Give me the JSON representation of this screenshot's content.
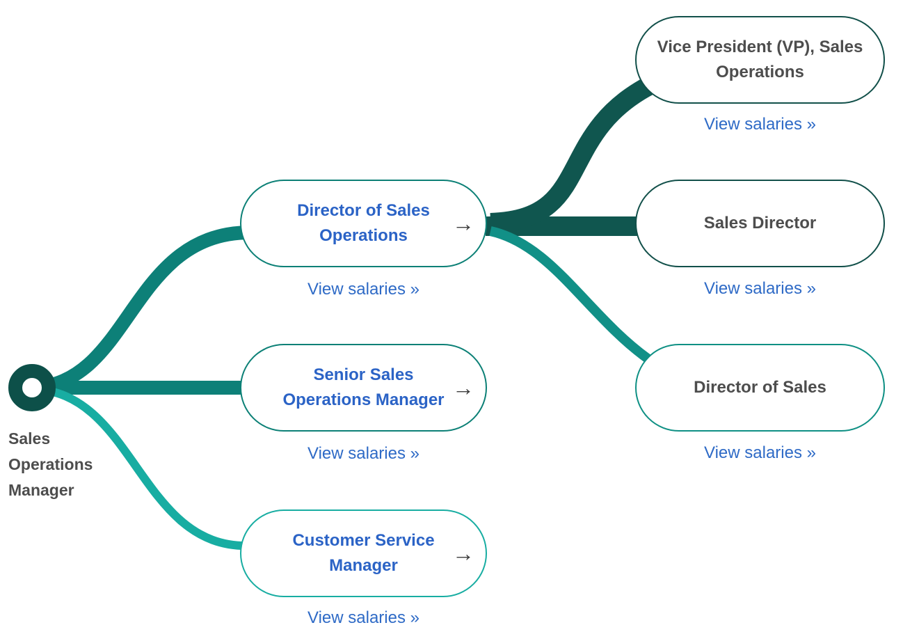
{
  "palette": {
    "line_dark": "#10564f",
    "line_medium": "#0d8078",
    "line_branch": "#119087",
    "line_light": "#18ada2",
    "root_node": "#0d5049",
    "border_teal": "#0c8076",
    "border_dark": "#12504a",
    "border_medium": "#0f9084",
    "border_light": "#18ada2",
    "title_blue": "#2b63c6",
    "link_blue": "#2e6ac6",
    "text_dark": "#4d4d4d",
    "arrow_gray": "#3d3d3d",
    "background": "#ffffff"
  },
  "root": {
    "label": "Sales Operations Manager"
  },
  "arrow_glyph": "→",
  "columns": {
    "middle": [
      {
        "title": "Director of Sales Operations",
        "link": "View salaries »"
      },
      {
        "title": "Senior Sales Operations Manager",
        "link": "View salaries »"
      },
      {
        "title": "Customer Service Manager",
        "link": "View salaries »"
      }
    ],
    "right": [
      {
        "title": "Vice President (VP), Sales Operations",
        "link": "View salaries »"
      },
      {
        "title": "Sales Director",
        "link": "View salaries »"
      },
      {
        "title": "Director of Sales",
        "link": "View salaries »"
      }
    ]
  }
}
